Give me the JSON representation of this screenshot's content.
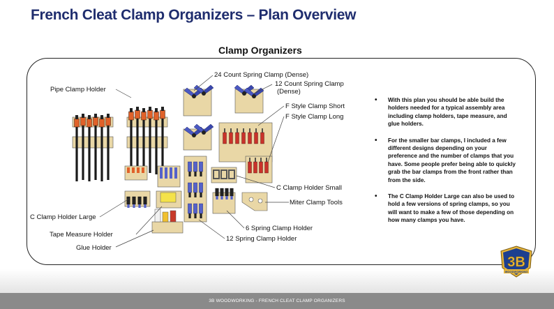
{
  "page": {
    "title": "French Cleat Clamp Organizers – Plan Overview",
    "subtitle": "Clamp Organizers"
  },
  "labels": {
    "pipe_clamp_holder": "Pipe Clamp Holder",
    "spring_24": "24 Count Spring Clamp (Dense)",
    "spring_12_dense_line1": "12 Count Spring Clamp",
    "spring_12_dense_line2": "(Dense)",
    "f_style_short": "F Style Clamp Short",
    "f_style_long": "F Style Clamp Long",
    "c_clamp_small": "C Clamp Holder Small",
    "miter_clamp_tools": "Miter Clamp Tools",
    "spring_6": "6 Spring Clamp Holder",
    "spring_12": "12 Spring Clamp Holder",
    "c_clamp_large": "C Clamp Holder Large",
    "tape_measure": "Tape Measure Holder",
    "glue_holder": "Glue Holder"
  },
  "bullets": [
    "With this plan you should be able build the holders needed for a typical assembly area including clamp holders,  tape measure, and glue holders.",
    "For the smaller bar clamps, I included a few different designs depending on your preference and the number of clamps that you have.  Some people prefer being able to quickly grab the bar clamps from the front rather than from the side.",
    "The C Clamp Holder Large can also be used to hold a few versions of spring clamps, so you will want to make a few of those depending on how many clamps you have."
  ],
  "logo": {
    "text": "3B",
    "subtext": "WOODWORKING"
  },
  "footer": {
    "text": "3B WOODWORKING - FRENCH CLEAT CLAMP ORGANIZERS"
  },
  "colors": {
    "title": "#1f2d6e",
    "wood": "#e9d7a6",
    "clamp_orange": "#e0622a",
    "clamp_blue": "#5562c9",
    "clamp_black": "#1a1a1a",
    "footer_bg": "#8a8a8a",
    "logo_blue": "#1d3f8f",
    "logo_gold": "#e6b53a"
  }
}
